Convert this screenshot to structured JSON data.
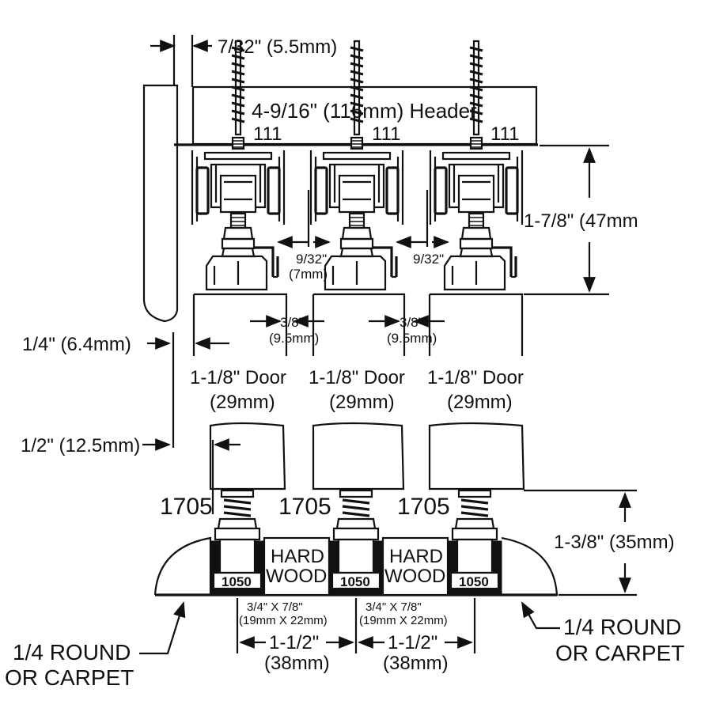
{
  "header_label": "4-9/16\" (116mm) Header",
  "top_gap_label": "7/32\" (5.5mm)",
  "part_111": "111",
  "part_1705": "1705",
  "part_1050": "1050",
  "height_top": "1-7/8\" (47mm",
  "gap_label_in": "9/32\"",
  "gap_label_mm": "(7mm)",
  "gap_label_in_2": "9/32\"",
  "offset_in": "3/8\"",
  "offset_mm": "(9.5mm)",
  "quarter_label": "1/4\" (6.4mm)",
  "half_label": "1/2\" (12.5mm)",
  "door_label": "1-1/8\" Door",
  "door_mm": "(29mm)",
  "height_bottom": "1-3/8\" (35mm)",
  "hardwood_1": "HARD",
  "hardwood_2": "WOOD",
  "strip_in": "3/4\" X 7/8\"",
  "strip_mm": "(19mm X 22mm)",
  "spacing_in": "1-1/2\"",
  "spacing_mm": "(38mm)",
  "round_1": "1/4 ROUND",
  "round_2": "OR CARPET"
}
